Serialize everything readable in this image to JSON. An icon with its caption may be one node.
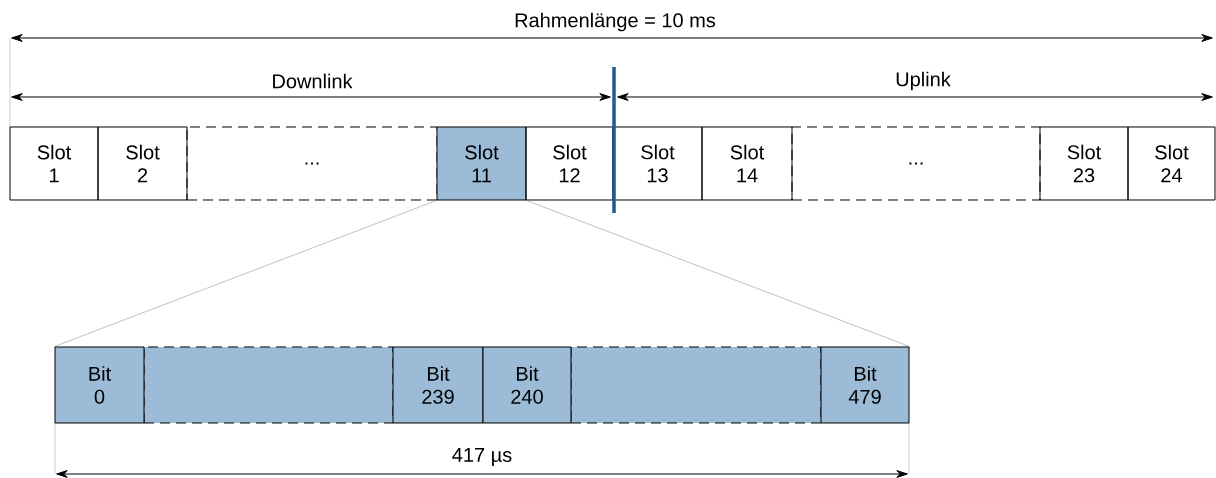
{
  "diagram": {
    "nodes": [
      {
        "text": [
          "Slot 1"
        ]
      },
      {
        "text": [
          "Slot 2"
        ]
      },
      {
        "text": [
          "..."
        ]
      },
      {
        "text": [
          "Slot 11"
        ]
      },
      {
        "text": [
          "Slot 12"
        ]
      },
      {
        "text": [
          "Slot 13"
        ]
      },
      {
        "text": [
          "Slot 14"
        ]
      },
      {
        "text": [
          "..."
        ]
      },
      {
        "text": [
          "Slot 23"
        ]
      },
      {
        "text": [
          "Slot 24"
        ]
      },
      {
        "text": [
          "Bit 0"
        ]
      },
      {
        "text": [],
        "shape": "box"
      },
      {
        "text": [
          "Bit 239"
        ]
      },
      {
        "text": [
          "Bit 240"
        ]
      },
      {
        "text": [],
        "shape": "box"
      },
      {
        "text": [
          "Bit 479"
        ]
      }
    ],
    "edges": [
      {
        "from": 3,
        "to": 10,
        "arrow": "none"
      },
      {
        "from": 3,
        "to": 15,
        "arrow": "none"
      }
    ],
    "labels": [
      "Rahmenlänge = 10 ms",
      "Downlink",
      "Uplink",
      "417 µs"
    ]
  }
}
